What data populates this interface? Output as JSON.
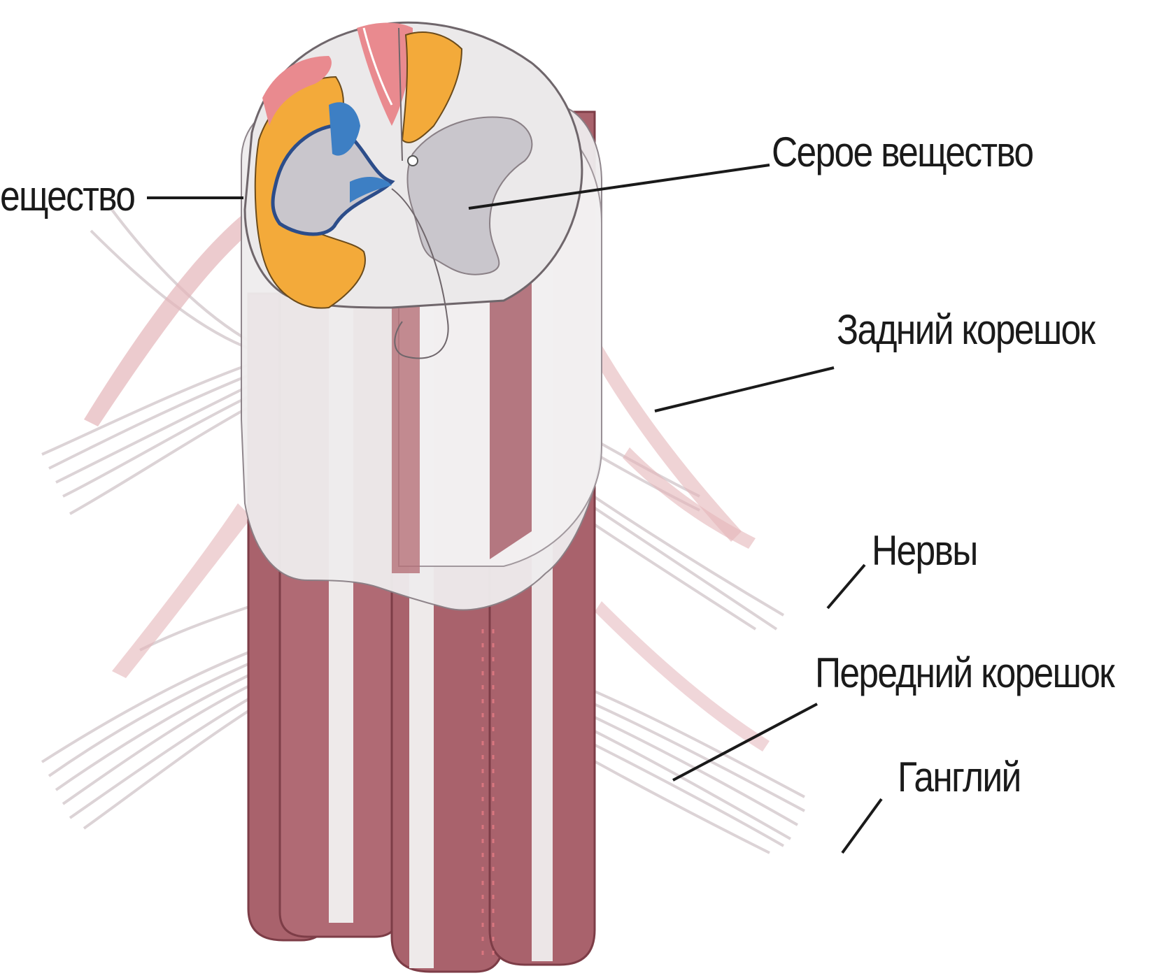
{
  "diagram": {
    "labels": {
      "white_matter": "ещество",
      "gray_matter": "Серое вещество",
      "dorsal_root": "Задний корешок",
      "nerves": "Нервы",
      "ventral_root": "Передний корешок",
      "ganglion": "Ганглий"
    },
    "colors": {
      "background": "#ffffff",
      "white_matter": "#ebe9ea",
      "gray_matter": "#c9c6cc",
      "column_red": "#a9626c",
      "column_red_light": "#c98f96",
      "tract_orange": "#f2a93a",
      "tract_pink": "#e98a8f",
      "tract_blue": "#3d7fc4",
      "nerve_fiber": "#d9cfd2",
      "leader_line": "#1a1a1a"
    }
  }
}
